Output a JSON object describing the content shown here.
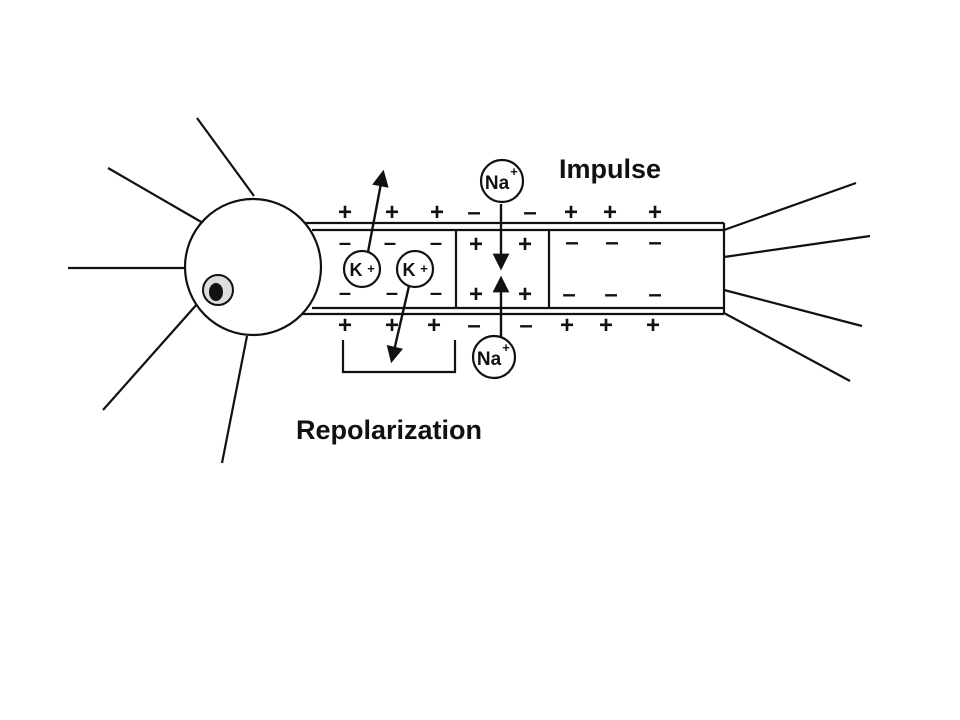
{
  "labels": {
    "impulse": "Impulse",
    "repolarization": "Repolarization"
  },
  "ions": {
    "k": "K",
    "na": "Na",
    "plus": "+"
  },
  "signs": {
    "plus": "+",
    "minus": "–"
  },
  "colors": {
    "ink": "#111111",
    "background": "#ffffff"
  }
}
